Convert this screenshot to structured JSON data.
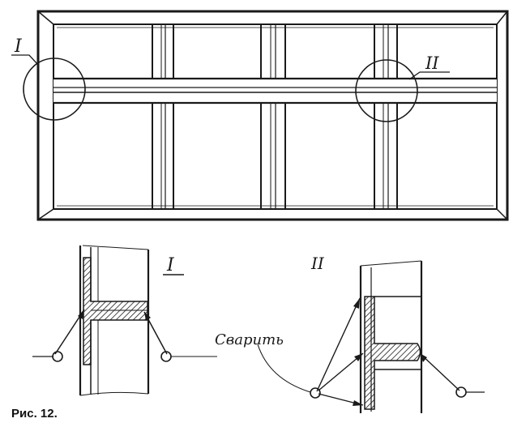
{
  "labels": {
    "detail_one": "I",
    "detail_two": "II",
    "weld_note": "Сварить"
  },
  "caption": "Рис. 12.",
  "colors": {
    "ink": "#1a1a1a",
    "paper": "#ffffff",
    "weld_hatch": "#1a1a1a"
  }
}
